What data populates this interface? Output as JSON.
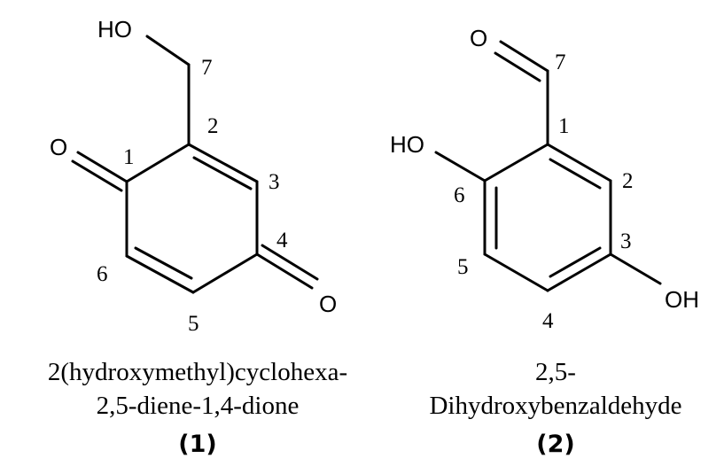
{
  "molecules": [
    {
      "name_line1": "2(hydroxymethyl)cyclohexa-",
      "name_line2": "2,5-diene-1,4-dione",
      "id_label": "(1)",
      "atoms": {
        "ho": "HO",
        "o1": "O",
        "o4": "O"
      },
      "numbers": {
        "n1": "1",
        "n2": "2",
        "n3": "3",
        "n4": "4",
        "n5": "5",
        "n6": "6",
        "n7": "7"
      }
    },
    {
      "name_line1": "2,5-",
      "name_line2": "Dihydroxybenzaldehyde",
      "id_label": "(2)",
      "atoms": {
        "o_ald": "O",
        "ho": "HO",
        "oh": "OH"
      },
      "numbers": {
        "n1": "1",
        "n2": "2",
        "n3": "3",
        "n4": "4",
        "n5": "5",
        "n6": "6",
        "n7": "7"
      }
    }
  ]
}
